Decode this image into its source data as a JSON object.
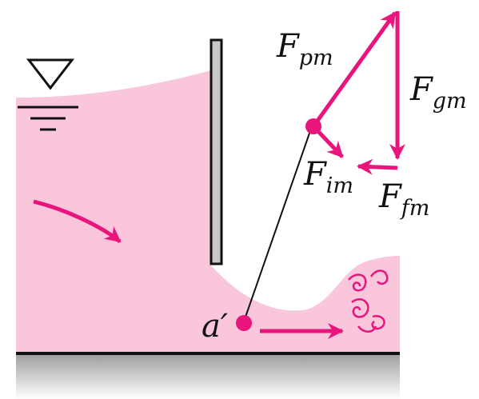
{
  "labels": {
    "pressure_force": {
      "main": "F",
      "sub": "pm"
    },
    "gravity_force": {
      "main": "F",
      "sub": "gm"
    },
    "inertia_force": {
      "main": "F",
      "sub": "im"
    },
    "friction_force": {
      "main": "F",
      "sub": "fm"
    },
    "point": "a′"
  },
  "colors": {
    "water": "#f9c6dc",
    "arrow": "#e8157d",
    "gate": "#c8c8c8",
    "ground": "#bdbdbd",
    "line": "#111111"
  }
}
